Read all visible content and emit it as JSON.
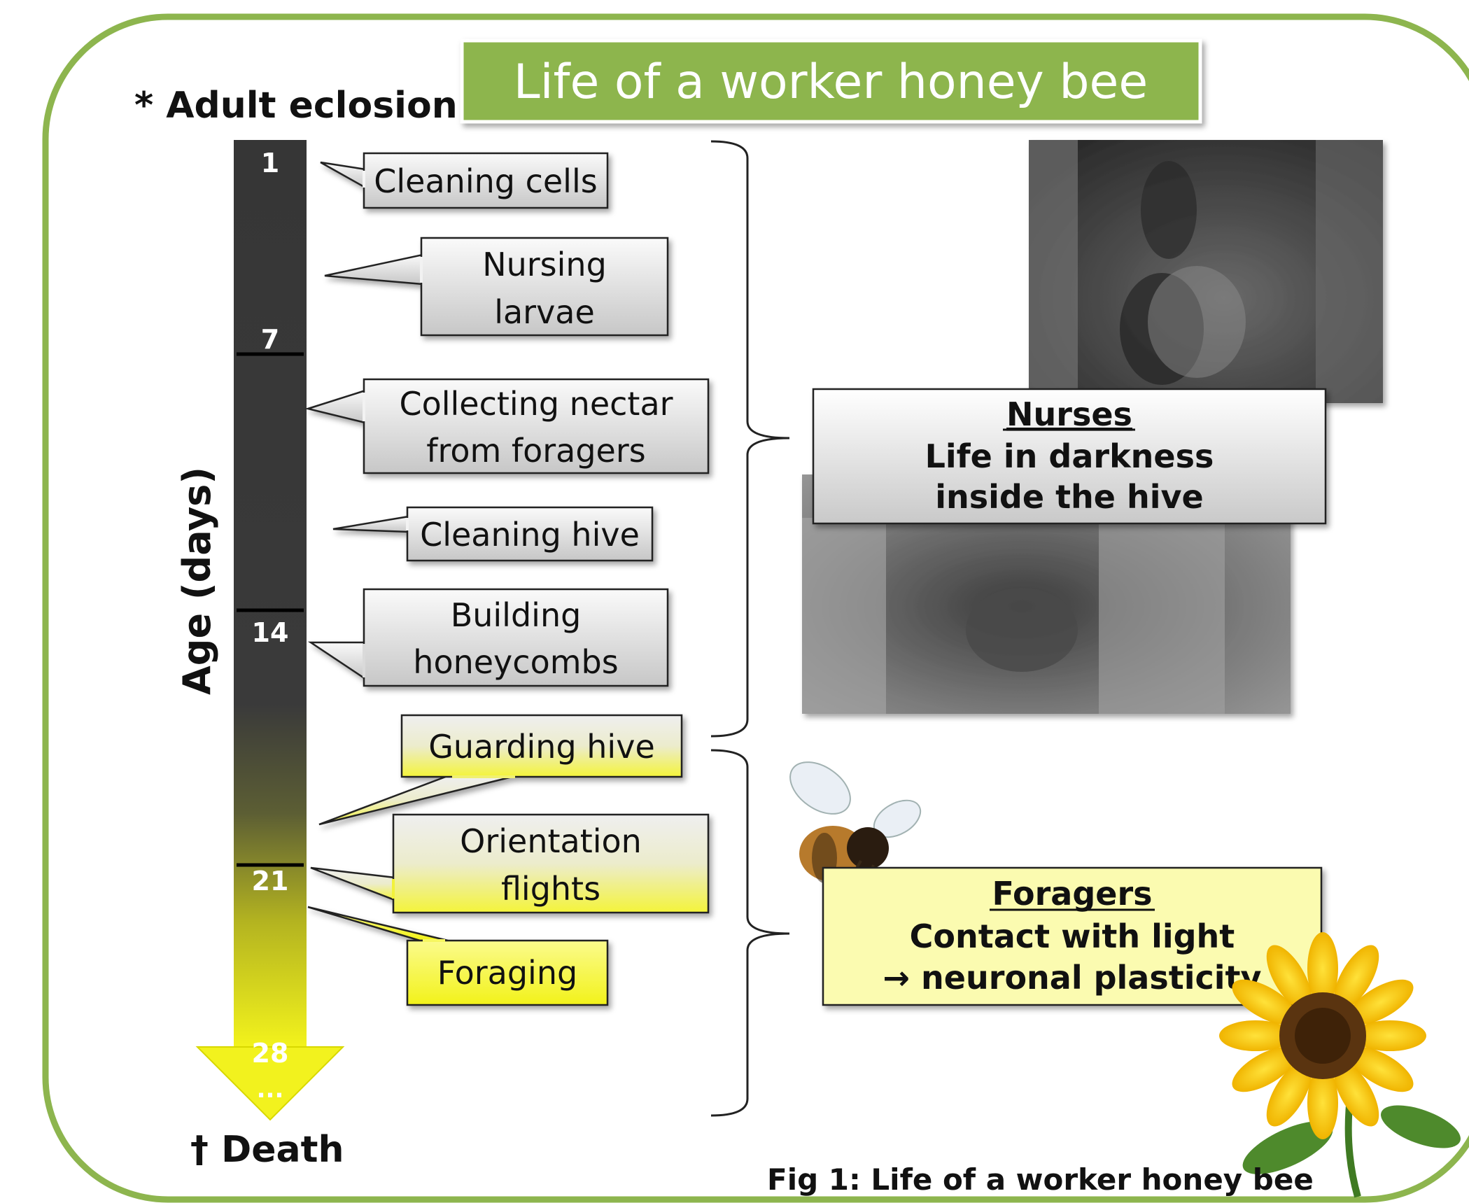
{
  "title": "Life of a worker honey bee",
  "start_label": "* Adult eclosion",
  "end_label": "† Death",
  "axis_label": "Age (days)",
  "caption": "Fig 1: Life of a worker honey bee",
  "ticks": [
    "1",
    "7",
    "14",
    "21",
    "28",
    "..."
  ],
  "tasks": [
    {
      "lines": [
        "Cleaning cells"
      ],
      "style": "gray"
    },
    {
      "lines": [
        "Nursing",
        "larvae"
      ],
      "style": "gray"
    },
    {
      "lines": [
        "Collecting nectar",
        "from foragers"
      ],
      "style": "gray"
    },
    {
      "lines": [
        "Cleaning hive"
      ],
      "style": "gray"
    },
    {
      "lines": [
        "Building",
        "honeycombs"
      ],
      "style": "gray"
    },
    {
      "lines": [
        "Guarding hive"
      ],
      "style": "gray-yellow"
    },
    {
      "lines": [
        "Orientation",
        "flights"
      ],
      "style": "gray-yellow"
    },
    {
      "lines": [
        "Foraging"
      ],
      "style": "yellow"
    }
  ],
  "groups": {
    "nurses": {
      "heading": "Nurses",
      "lines": [
        "Life in darkness",
        "inside the hive"
      ]
    },
    "foragers": {
      "heading": "Foragers",
      "lines": [
        "Contact with light",
        "→ neuronal plasticity"
      ]
    }
  },
  "colors": {
    "frame": "#8db54e",
    "banner": "#8db54e",
    "bar_dark": "#3c3c3c",
    "bar_yellow": "#f2f21e",
    "forager_box": "#fbfbb0"
  }
}
